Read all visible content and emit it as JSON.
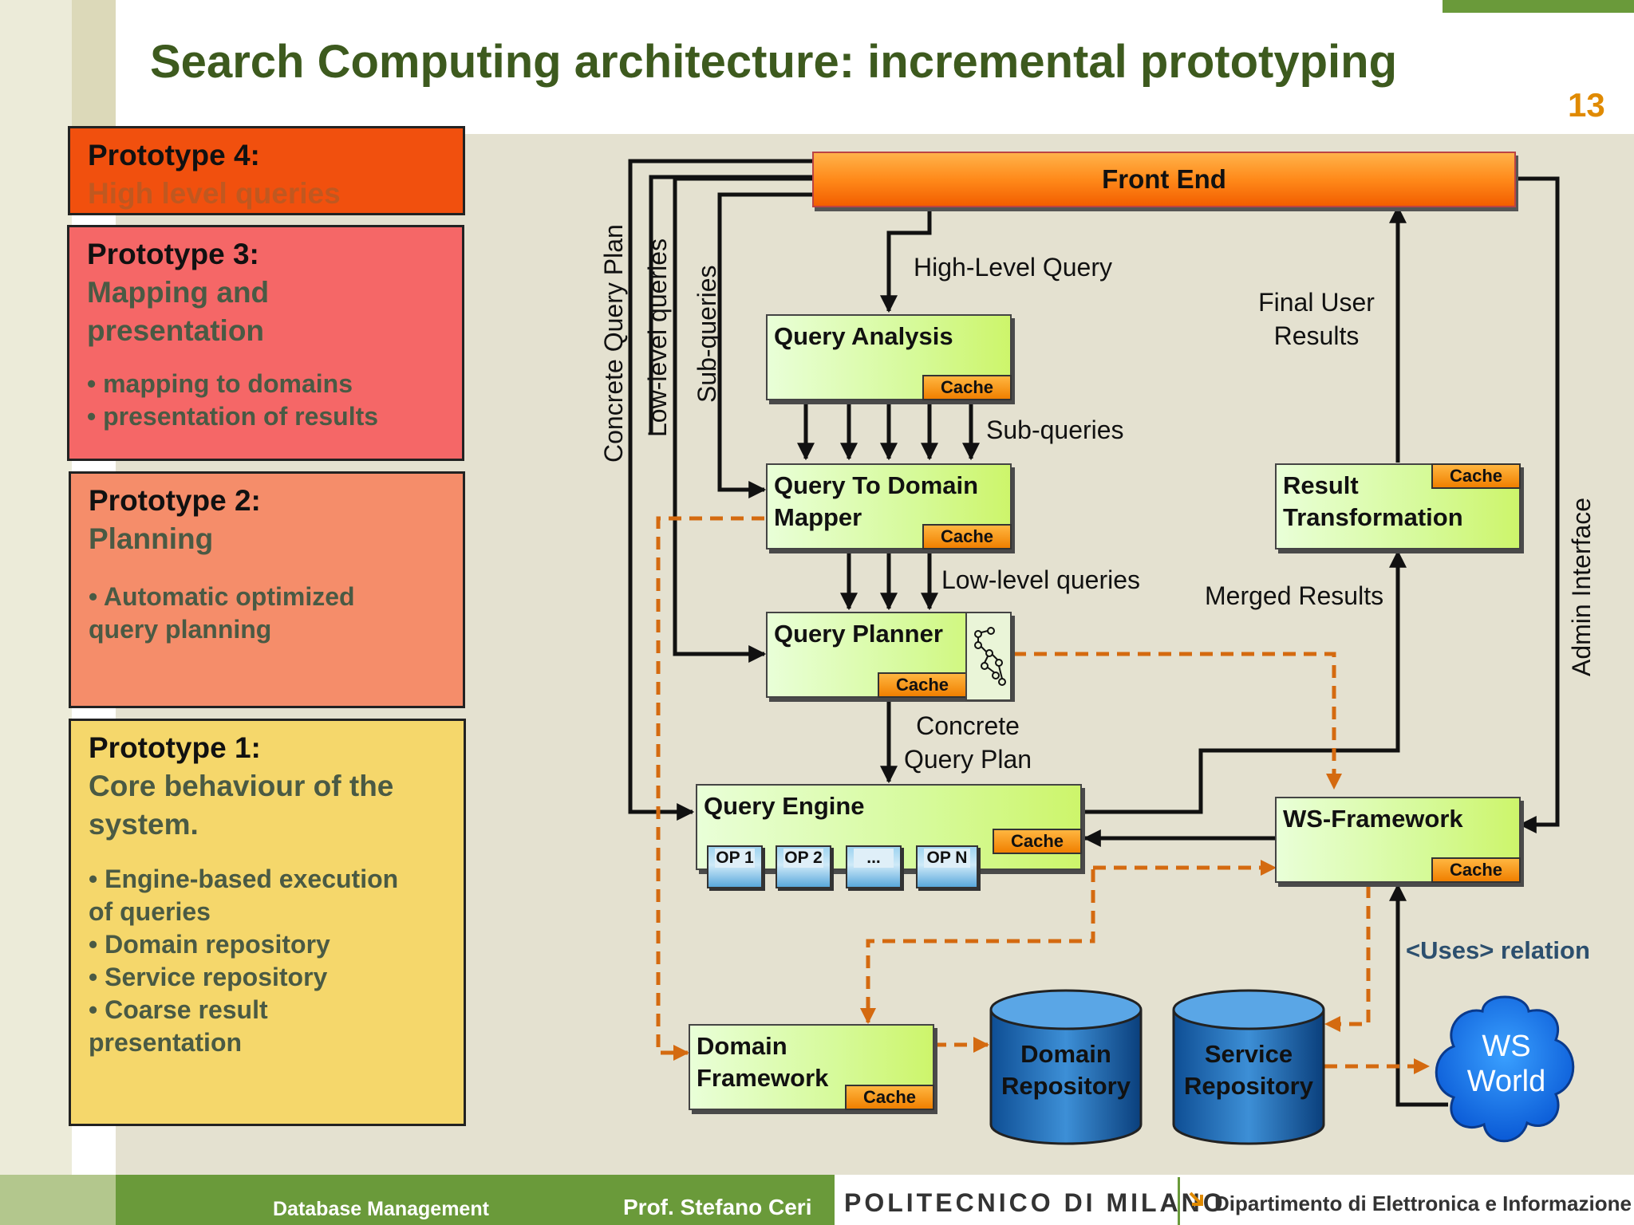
{
  "title": "Search Computing architecture: incremental prototyping",
  "page_number": "13",
  "prototypes": [
    {
      "title": "Prototype 4:",
      "subtitle": "High level queries",
      "bullets": []
    },
    {
      "title": "Prototype 3:",
      "subtitle_lines": [
        "Mapping and",
        "presentation"
      ],
      "bullets": [
        "• mapping to domains",
        "• presentation of results"
      ]
    },
    {
      "title": "Prototype 2:",
      "subtitle": "Planning",
      "bullets": [
        "• Automatic optimized",
        "query planning"
      ]
    },
    {
      "title": "Prototype 1:",
      "subtitle_lines": [
        "Core behaviour of the",
        "system."
      ],
      "bullets": [
        "• Engine-based execution",
        "of queries",
        "• Domain repository",
        "• Service repository",
        "• Coarse result",
        "presentation"
      ]
    }
  ],
  "diagram": {
    "front_end": "Front End",
    "query_analysis": "Query Analysis",
    "query_to_domain_mapper": [
      "Query To Domain",
      "Mapper"
    ],
    "query_planner": "Query Planner",
    "query_engine": "Query Engine",
    "result_transformation": [
      "Result",
      "Transformation"
    ],
    "ws_framework": "WS-Framework",
    "domain_framework": [
      "Domain",
      "Framework"
    ],
    "domain_repository": [
      "Domain",
      "Repository"
    ],
    "service_repository": [
      "Service",
      "Repository"
    ],
    "ws_world": [
      "WS",
      "World"
    ],
    "cache": "Cache",
    "ops": [
      "OP 1",
      "OP 2",
      "...",
      "OP N"
    ],
    "labels": {
      "high_level_query": "High-Level Query",
      "sub_queries": "Sub-queries",
      "low_level_queries": "Low-level queries",
      "concrete_query_plan": [
        "Concrete",
        "Query Plan"
      ],
      "final_user_results": [
        "Final User",
        "Results"
      ],
      "merged_results": "Merged Results",
      "uses_relation": "<Uses> relation",
      "v_concrete_query_plan": "Concrete Query Plan",
      "v_low_level_queries": "Low-level queries",
      "v_sub_queries": "Sub-queries",
      "v_admin_interface": "Admin Interface"
    }
  },
  "footer": {
    "course": "Database Management",
    "professor": "Prof. Stefano Ceri",
    "university": "POLITECNICO DI MILANO",
    "department": "Dipartimento di Elettronica e Informazione"
  },
  "colors": {
    "title": "#3d5a1e",
    "page_number": "#e08a00",
    "prototype4": "#f1500e",
    "prototype3": "#f56767",
    "prototype2": "#f58d6a",
    "prototype1": "#f5d76b",
    "footer_green": "#6a9a3a",
    "dashed_line": "#d46a10"
  }
}
